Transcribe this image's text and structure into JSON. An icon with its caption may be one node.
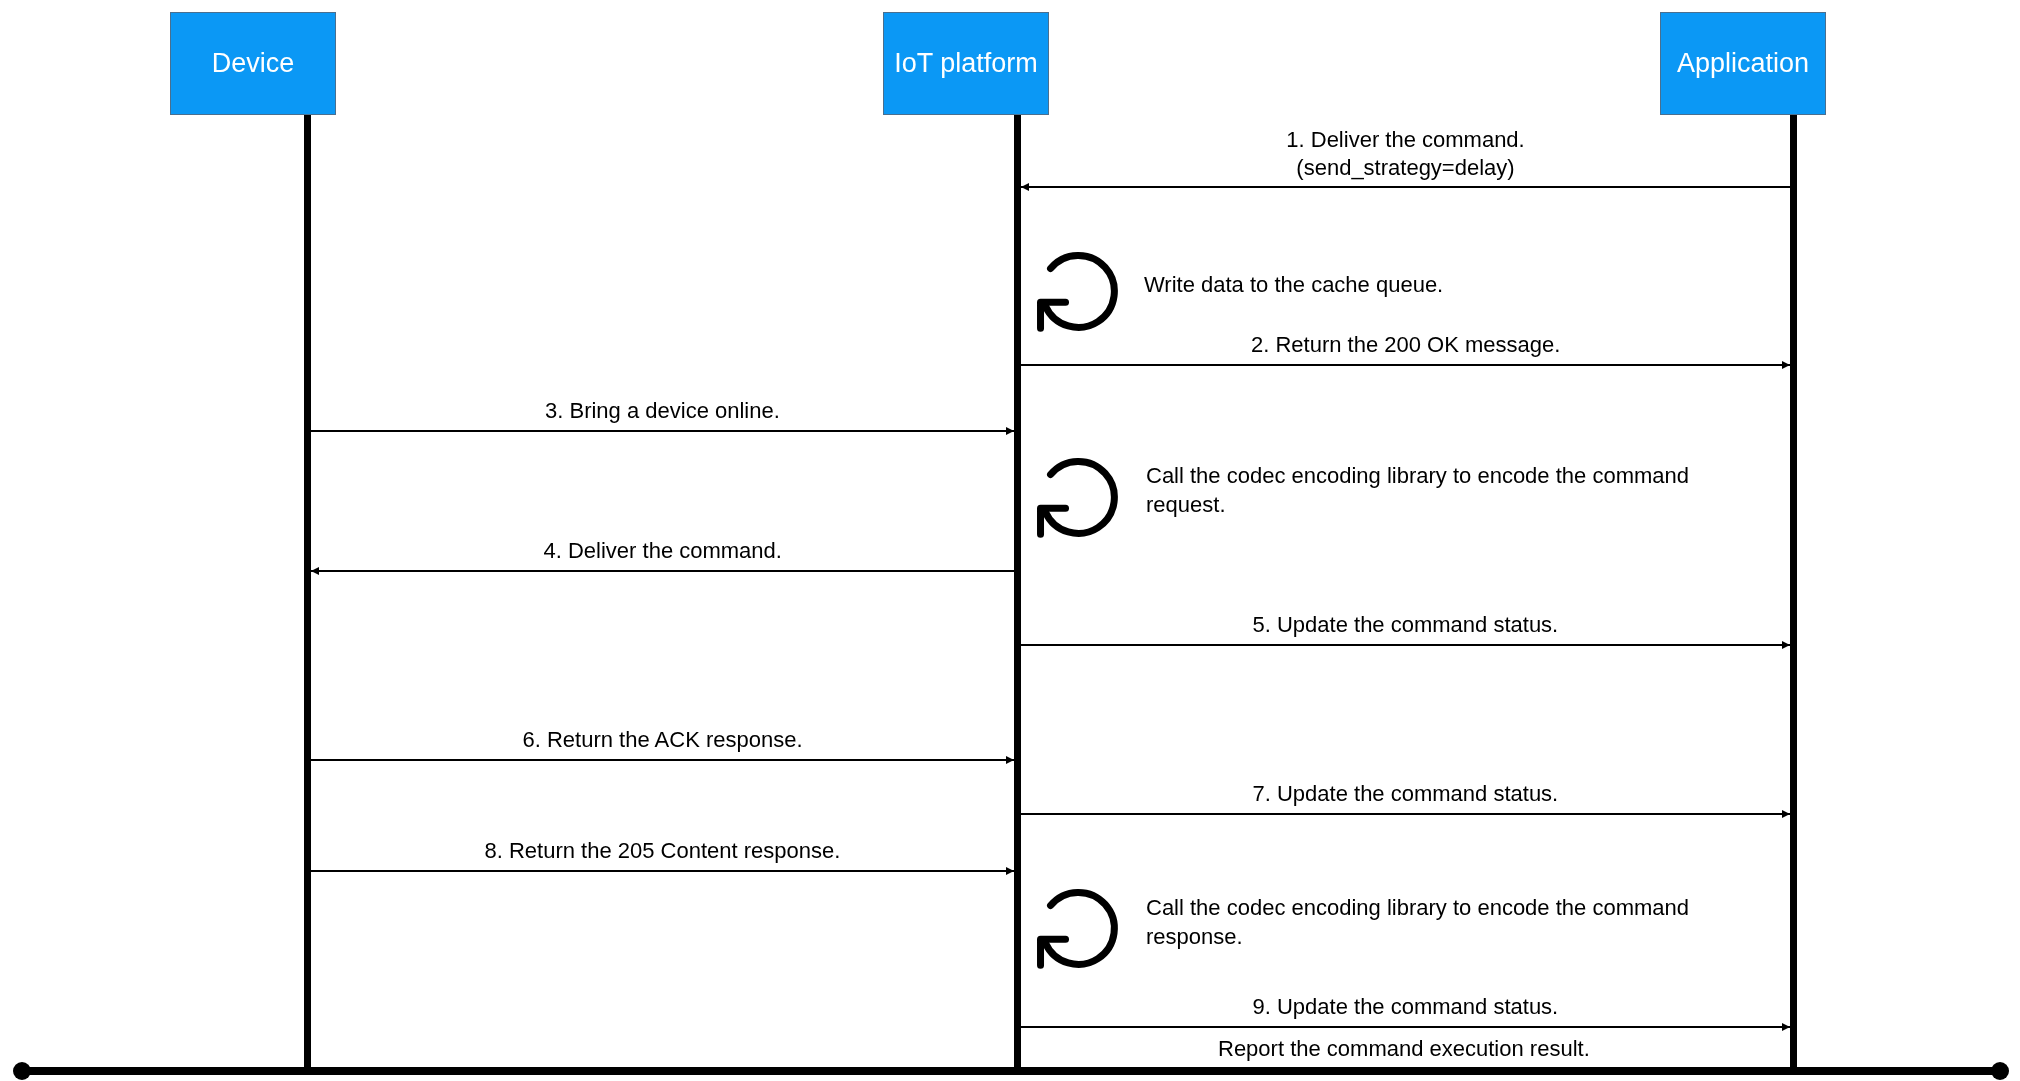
{
  "diagram": {
    "nodes": [
      {
        "text": [
          "Device"
        ]
      },
      {
        "text": [
          "IoT platform"
        ]
      },
      {
        "text": [
          "Application"
        ]
      },
      {
        "text": [],
        "shape": "bar"
      },
      {
        "text": [],
        "shape": "bar"
      },
      {
        "text": [],
        "shape": "bar"
      }
    ],
    "edges": [
      {
        "from": 5,
        "to": 4,
        "arrow": "to",
        "label": "1. Deliver the command. (send_strategy=delay)"
      },
      {
        "from": 4,
        "to": 5,
        "arrow": "to",
        "label": "2. Return the 200 OK message."
      },
      {
        "from": 3,
        "to": 4,
        "arrow": "to",
        "label": "3. Bring a device online."
      },
      {
        "from": 4,
        "to": 3,
        "arrow": "to",
        "label": "4. Deliver the command."
      },
      {
        "from": 4,
        "to": 5,
        "arrow": "to",
        "label": "5. Update the command status."
      },
      {
        "from": 3,
        "to": 4,
        "arrow": "to",
        "label": "6. Return the ACK response."
      },
      {
        "from": 4,
        "to": 5,
        "arrow": "to",
        "label": "7. Update the command status."
      },
      {
        "from": 3,
        "to": 4,
        "arrow": "to",
        "label": "8. Return the 205 Content response."
      },
      {
        "from": 4,
        "to": 5,
        "arrow": "to",
        "label": "9. Update the command status."
      }
    ],
    "labels": [
      "Write data to the cache queue.",
      "Call the codec encoding library to encode the command request.",
      "Call the codec encoding library to encode the command response.",
      "Report the command execution result."
    ]
  }
}
